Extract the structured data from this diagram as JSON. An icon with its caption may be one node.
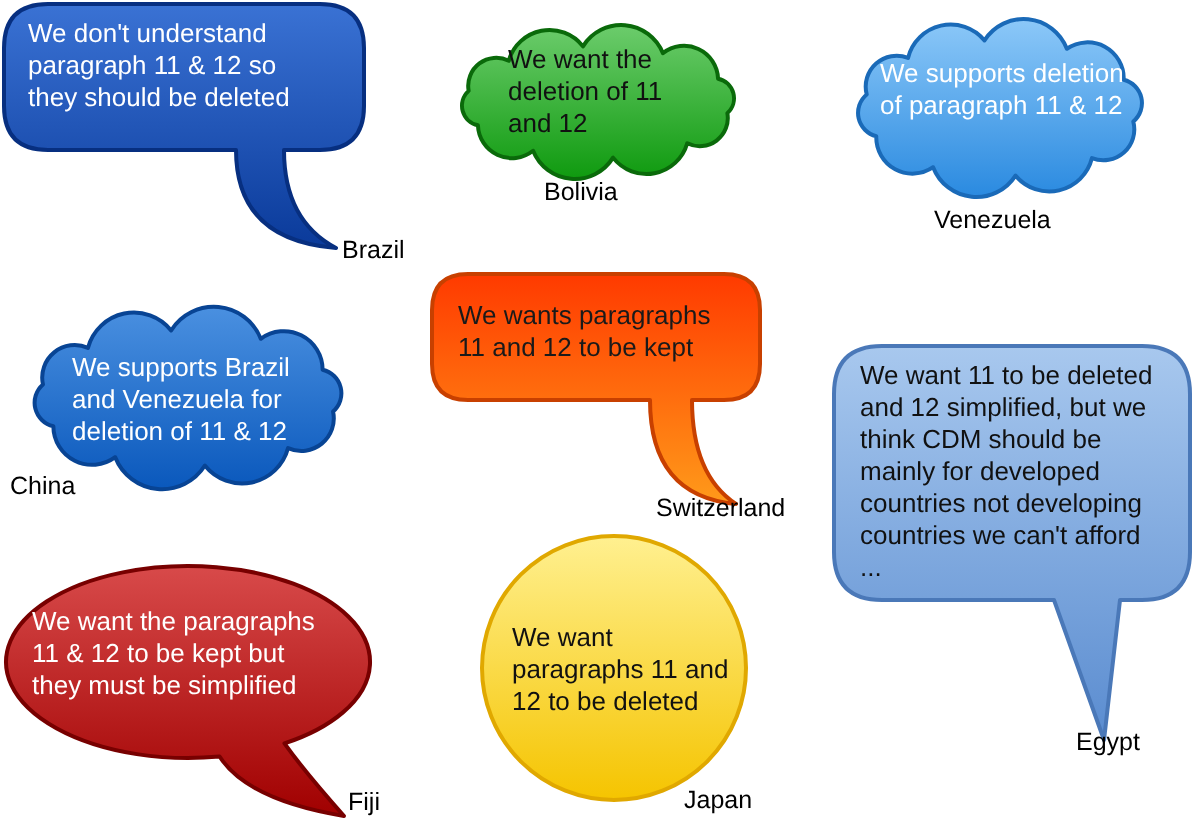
{
  "diagram": {
    "nodes": [
      {
        "text": [
          "We don't understand paragraph 11 & 12 so they should be deleted"
        ],
        "beside": [
          "Brazil"
        ]
      },
      {
        "text": [
          "We want the deletion of 11 and 12"
        ],
        "beside": [
          "Bolivia"
        ]
      },
      {
        "text": [
          "We supports deletion of paragraph 11 & 12"
        ],
        "beside": [
          "Venezuela"
        ]
      },
      {
        "text": [
          "We supports Brazil and Venezuela for deletion of 11 & 12"
        ],
        "beside": [
          "China"
        ]
      },
      {
        "text": [
          "We wants paragraphs 11 and 12 to be kept"
        ],
        "beside": [
          "Switzerland"
        ]
      },
      {
        "text": [
          "We want 11 to be deleted and 12 simplified, but we think CDM should be mainly for developed countries not developing countries we can't afford ..."
        ],
        "beside": [
          "Egypt"
        ]
      },
      {
        "text": [
          "We want the paragraphs 11 & 12 to be kept but they must be simplified"
        ],
        "beside": [
          "Fiji"
        ]
      },
      {
        "text": [
          "We want paragraphs 11 and 12 to be deleted"
        ],
        "beside": [
          "Japan"
        ]
      }
    ]
  }
}
